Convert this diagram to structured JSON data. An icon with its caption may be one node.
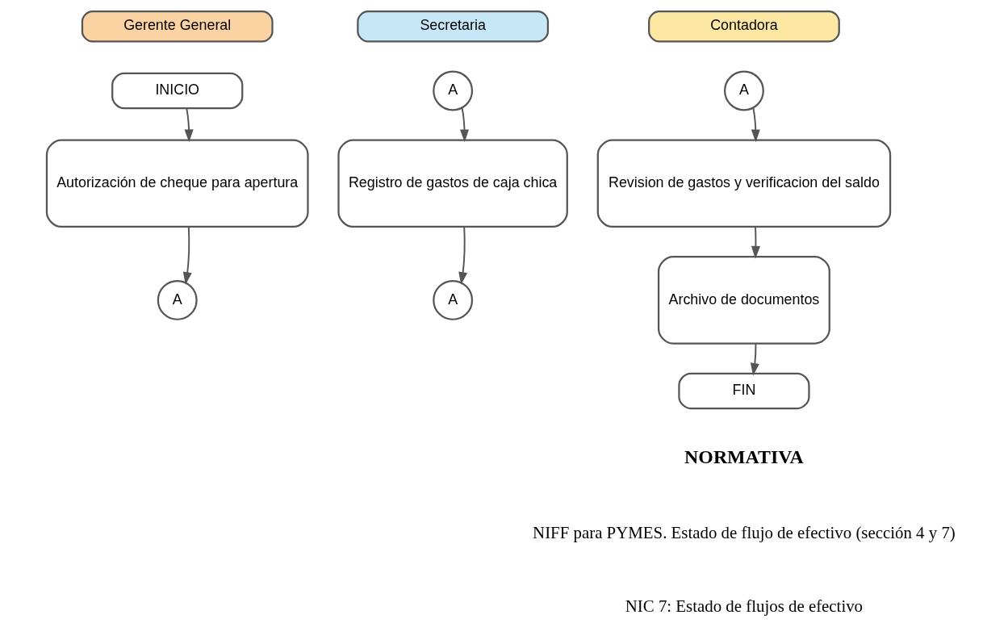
{
  "diagram": {
    "nodes": [
      {
        "text": [
          "Gerente General"
        ]
      },
      {
        "text": [
          "Secretaria"
        ]
      },
      {
        "text": [
          "Contadora"
        ]
      },
      {
        "text": [
          "INICIO"
        ]
      },
      {
        "text": [
          "Autorización de cheque para apertura"
        ]
      },
      {
        "text": [
          "A"
        ]
      },
      {
        "text": [
          "A"
        ]
      },
      {
        "text": [
          "Registro de gastos de caja chica"
        ]
      },
      {
        "text": [
          "A"
        ]
      },
      {
        "text": [
          "A"
        ]
      },
      {
        "text": [
          "Revision de gastos y verificacion del saldo"
        ]
      },
      {
        "text": [
          "Archivo de documentos"
        ]
      },
      {
        "text": [
          "FIN"
        ]
      }
    ],
    "edges": [
      {
        "from": 3,
        "to": 4,
        "arrow": "to"
      },
      {
        "from": 4,
        "to": 5,
        "arrow": "to"
      },
      {
        "from": 6,
        "to": 7,
        "arrow": "to"
      },
      {
        "from": 7,
        "to": 8,
        "arrow": "to"
      },
      {
        "from": 9,
        "to": 10,
        "arrow": "to"
      },
      {
        "from": 10,
        "to": 11,
        "arrow": "to"
      },
      {
        "from": 11,
        "to": 12,
        "arrow": "to"
      }
    ],
    "labels": [
      "NORMATIVA",
      "NIFF para PYMES. Estado de flujo de efectivo (sección 4 y 7)",
      "NIC 7: Estado de flujos de efectivo"
    ]
  }
}
